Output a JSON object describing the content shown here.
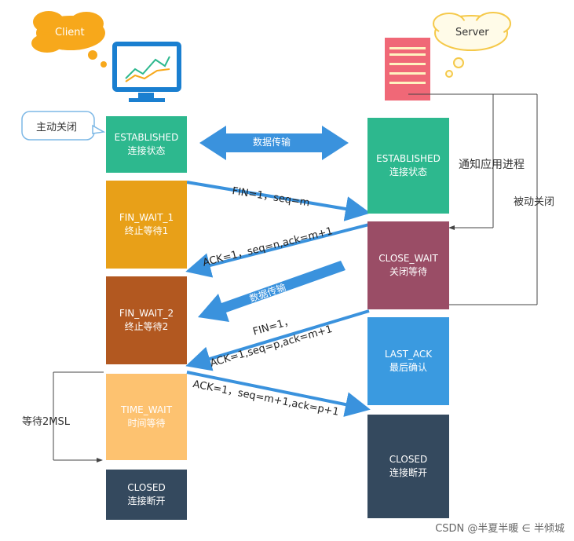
{
  "client": {
    "name": "Client",
    "active_close": "主动关闭",
    "states": [
      {
        "name": "ESTABLISHED",
        "desc": "连接状态"
      },
      {
        "name": "FIN_WAIT_1",
        "desc": "终止等待1"
      },
      {
        "name": "FIN_WAIT_2",
        "desc": "终止等待2"
      },
      {
        "name": "TIME_WAIT",
        "desc": "时间等待"
      },
      {
        "name": "CLOSED",
        "desc": "连接断开"
      }
    ],
    "wait_label": "等待2MSL"
  },
  "server": {
    "name": "Server",
    "notify_app": "通知应用进程",
    "passive_close": "被动关闭",
    "states": [
      {
        "name": "ESTABLISHED",
        "desc": "连接状态"
      },
      {
        "name": "CLOSE_WAIT",
        "desc": "关闭等待"
      },
      {
        "name": "LAST_ACK",
        "desc": "最后确认"
      },
      {
        "name": "CLOSED",
        "desc": "连接断开"
      }
    ]
  },
  "messages": {
    "data_transfer_top": "数据传输",
    "data_transfer_mid": "数据传输",
    "fin1": "FIN=1，seq=m",
    "ack1": "ACK=1，seq=n,ack=m+1",
    "fin2_line1": "FIN=1，",
    "fin2_line2": "ACK=1,seq=p,ack=m+1",
    "ack2": "ACK=1，seq=m+1,ack=p+1"
  },
  "watermark": "CSDN @半夏半暖 ∈ 半倾城",
  "colors": {
    "established": "#2db88e",
    "fin_wait_1": "#e8a018",
    "fin_wait_2": "#b25820",
    "time_wait": "#fdc270",
    "closed": "#34495e",
    "close_wait": "#9a4d66",
    "last_ack": "#3a9ae0",
    "arrow": "#3a92dd"
  }
}
